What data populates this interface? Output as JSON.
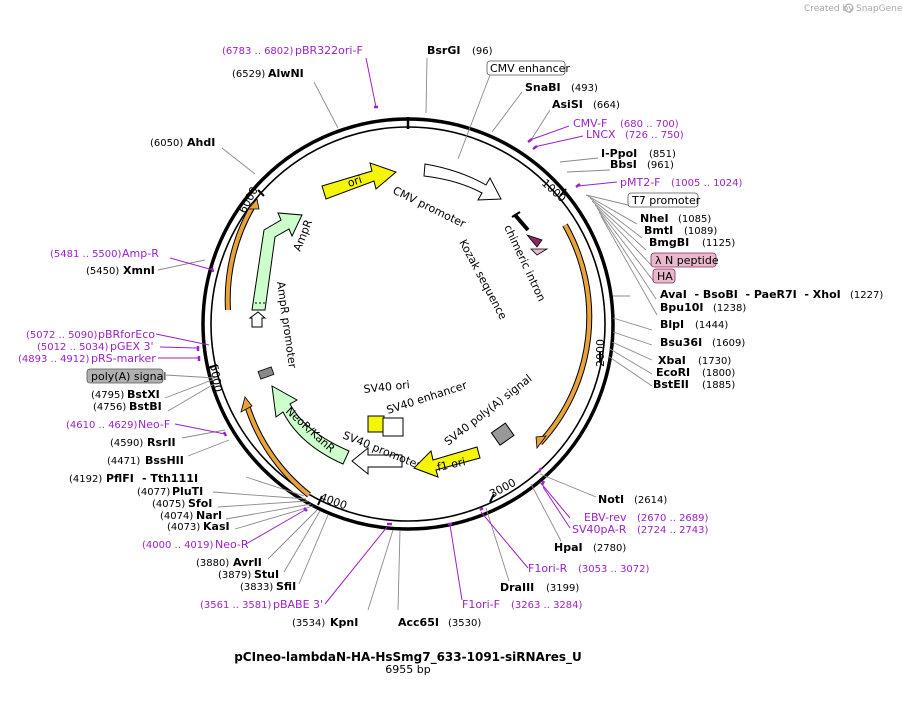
{
  "credit": {
    "prefix": "Created by",
    "brand": "SnapGene"
  },
  "title": "pCIneo-lambdaN-HA-HsSmg7_633-1091-siRNAres_U",
  "length_label": "6955 bp",
  "ticks": [
    "1000",
    "2000",
    "3000",
    "4000",
    "5000",
    "6000"
  ],
  "sites_right": [
    {
      "name": "BsrGI",
      "pos": "(96)"
    },
    {
      "name": "SnaBI",
      "pos": "(493)"
    },
    {
      "name": "AsiSI",
      "pos": "(664)"
    },
    {
      "name": "I-PpoI",
      "pos": "(851)"
    },
    {
      "name": "BbsI",
      "pos": "(961)"
    },
    {
      "name": "NheI",
      "pos": "(1085)"
    },
    {
      "name": "BmtI",
      "pos": "(1089)"
    },
    {
      "name": "BmgBI",
      "pos": "(1125)"
    },
    {
      "name": "AvaI  - BsoBI  - PaeR7I  - XhoI",
      "pos": "(1227)"
    },
    {
      "name": "Bpu10I",
      "pos": "(1238)"
    },
    {
      "name": "BlpI",
      "pos": "(1444)"
    },
    {
      "name": "Bsu36I",
      "pos": "(1609)"
    },
    {
      "name": "XbaI",
      "pos": "(1730)"
    },
    {
      "name": "EcoRI",
      "pos": "(1800)"
    },
    {
      "name": "BstEII",
      "pos": "(1885)"
    },
    {
      "name": "NotI",
      "pos": "(2614)"
    },
    {
      "name": "HpaI",
      "pos": "(2780)"
    },
    {
      "name": "DraIII",
      "pos": "(3199)"
    },
    {
      "name": "Acc65I",
      "pos": "(3530)"
    }
  ],
  "sites_left": [
    {
      "name": "AlwNI",
      "pos": "(6529)"
    },
    {
      "name": "AhdI",
      "pos": "(6050)"
    },
    {
      "name": "XmnI",
      "pos": "(5450)"
    },
    {
      "name": "BstXI",
      "pos": "(4795)"
    },
    {
      "name": "BstBI",
      "pos": "(4756)"
    },
    {
      "name": "RsrII",
      "pos": "(4590)"
    },
    {
      "name": "BssHII",
      "pos": "(4471)"
    },
    {
      "name": "PflFI",
      "pos": "(4192)"
    },
    {
      "name": "- Tth111I",
      "pos": ""
    },
    {
      "name": "PluTI",
      "pos": "(4077)"
    },
    {
      "name": "SfoI",
      "pos": "(4075)"
    },
    {
      "name": "NarI",
      "pos": "(4074)"
    },
    {
      "name": "KasI",
      "pos": "(4073)"
    },
    {
      "name": "AvrII",
      "pos": "(3880)"
    },
    {
      "name": "StuI",
      "pos": "(3879)"
    },
    {
      "name": "SfiI",
      "pos": "(3833)"
    },
    {
      "name": "KpnI",
      "pos": "(3534)"
    }
  ],
  "primers": [
    {
      "name": "pBR322ori-F",
      "range": "(6783 .. 6802)"
    },
    {
      "name": "CMV-F",
      "range": "(680 .. 700)"
    },
    {
      "name": "LNCX",
      "range": "(726 .. 750)"
    },
    {
      "name": "pMT2-F",
      "range": "(1005 .. 1024)"
    },
    {
      "name": "Amp-R",
      "range": "(5481 .. 5500)"
    },
    {
      "name": "pBRforEco",
      "range": "(5072 .. 5090)"
    },
    {
      "name": "pGEX 3'",
      "range": "(5012 .. 5034)"
    },
    {
      "name": "pRS-marker",
      "range": "(4893 .. 4912)"
    },
    {
      "name": "Neo-F",
      "range": "(4610 .. 4629)"
    },
    {
      "name": "Neo-R",
      "range": "(4000 .. 4019)"
    },
    {
      "name": "pBABE 3'",
      "range": "(3561 .. 3581)"
    },
    {
      "name": "F1ori-F",
      "range": "(3263 .. 3284)"
    },
    {
      "name": "F1ori-R",
      "range": "(3053 .. 3072)"
    },
    {
      "name": "EBV-rev",
      "range": "(2670 .. 2689)"
    },
    {
      "name": "SV40pA-R",
      "range": "(2724 .. 2743)"
    }
  ],
  "boxed_features": [
    {
      "name": "CMV enhancer"
    },
    {
      "name": "T7 promoter"
    },
    {
      "name": "λ N peptide"
    },
    {
      "name": "HA"
    },
    {
      "name": "poly(A) signal"
    }
  ],
  "map_features": [
    {
      "name": "ori",
      "color": "#f5f50a"
    },
    {
      "name": "CMV promoter",
      "color": "#ffffff"
    },
    {
      "name": "chimeric intron",
      "color": "#ffffff"
    },
    {
      "name": "Kozak sequence",
      "color": "#ffffff"
    },
    {
      "name": "AmpR",
      "color": "#ccffcc"
    },
    {
      "name": "AmpR promoter",
      "color": "#ffffff"
    },
    {
      "name": "SV40 ori",
      "color": "#f5f50a"
    },
    {
      "name": "SV40 enhancer",
      "color": "#ffffff"
    },
    {
      "name": "SV40 promoter",
      "color": "#ffffff"
    },
    {
      "name": "NeoR/KanR",
      "color": "#ccffcc"
    },
    {
      "name": "SV40 poly(A) signal",
      "color": "#999999"
    },
    {
      "name": "f1 ori",
      "color": "#f5f50a"
    }
  ],
  "colors": {
    "primer": "#9b22c8",
    "orf": "#e8a33c",
    "feature_pink": "#e8b8cc",
    "site_line": "#8a8a8a"
  }
}
